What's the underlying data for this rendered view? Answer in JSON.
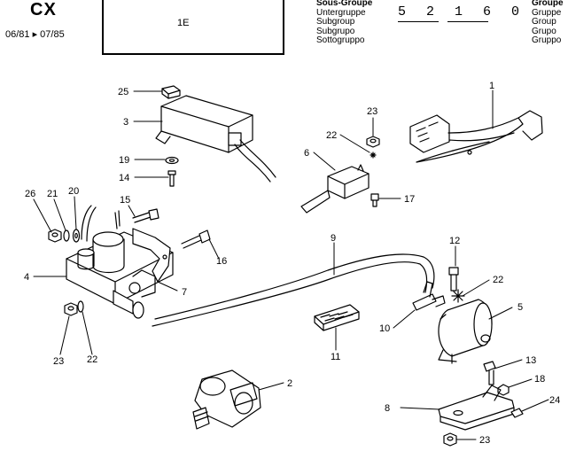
{
  "header": {
    "model": "CX",
    "dates": "06/81 ▸ 07/85",
    "box_code": "1E",
    "group_code": "5 2 1 6 0",
    "subgroup_labels": [
      "Sous-Groupe",
      "Untergruppe",
      "Subgroup",
      "Subgrupo",
      "Sottogruppo"
    ],
    "group_labels": [
      "Groupe",
      "Gruppe",
      "Group",
      "Grupo",
      "Gruppo"
    ]
  },
  "callouts": {
    "c1": "1",
    "c2": "2",
    "c3": "3",
    "c4": "4",
    "c5": "5",
    "c6": "6",
    "c7": "7",
    "c8": "8",
    "c9": "9",
    "c10": "10",
    "c11": "11",
    "c12": "12",
    "c13": "13",
    "c14": "14",
    "c15": "15",
    "c16": "16",
    "c17": "17",
    "c18": "18",
    "c19": "19",
    "c20": "20",
    "c21": "21",
    "c22a": "22",
    "c22b": "22",
    "c22c": "22",
    "c23a": "23",
    "c23b": "23",
    "c23c": "23",
    "c24": "24",
    "c25": "25",
    "c26": "26"
  }
}
